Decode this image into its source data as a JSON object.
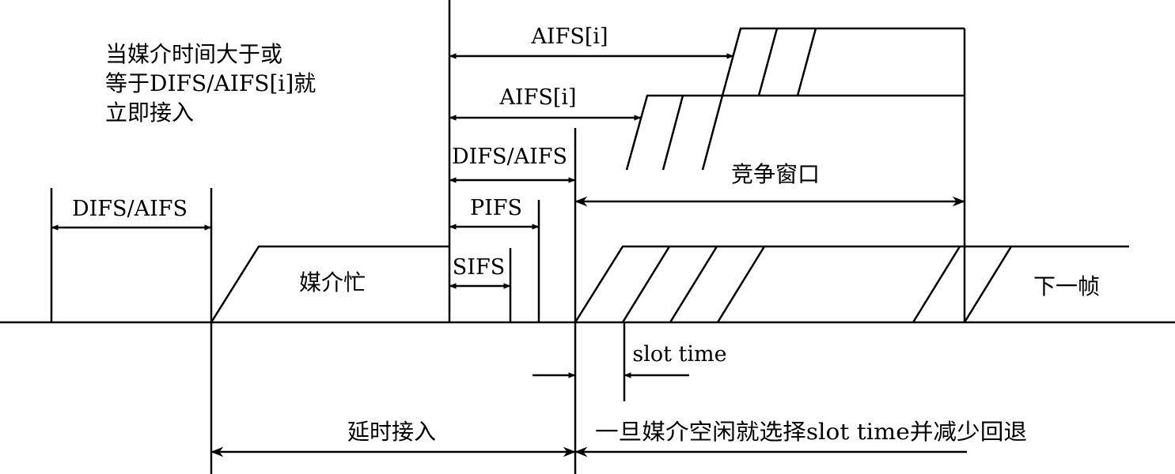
{
  "labels": {
    "aifs_top": "AIFS[i]",
    "aifs_mid": "AIFS[i]",
    "difs_aifs_mid": "DIFS/AIFS",
    "difs_aifs_left": "DIFS/AIFS",
    "pifs": "PIFS",
    "sifs": "SIFS",
    "contention_window": "竞争窗口",
    "medium_busy": "媒介忙",
    "next_frame": "下一帧",
    "slot_time": "slot time",
    "deferred_access": "延时接入",
    "backoff_note": "一旦媒介空闲就选择slot time并减少回退"
  },
  "immediate_access_note": {
    "line1": "当媒介时间大于或",
    "line2": "等于DIFS/AIFS[i]就",
    "line3": "立即接入"
  }
}
